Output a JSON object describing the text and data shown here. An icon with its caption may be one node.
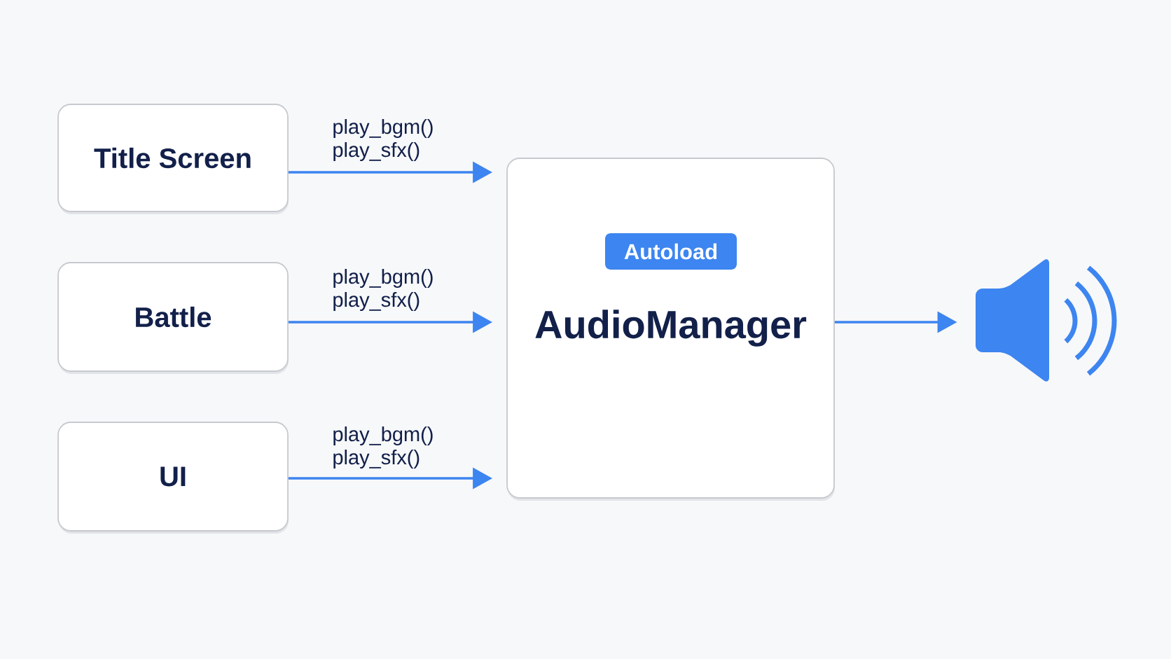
{
  "diagram": {
    "nodes": [
      {
        "text": [
          "Title Screen"
        ]
      },
      {
        "text": [
          "Battle"
        ]
      },
      {
        "text": [
          "UI"
        ]
      },
      {
        "text": [
          "AudioManager"
        ]
      },
      {
        "text": [
          "Autoload"
        ],
        "in": 3
      },
      {
        "text": [],
        "shape": "picture"
      }
    ],
    "edges": [
      {
        "from": 0,
        "to": 3,
        "arrow": "to",
        "label": "play_bgm() play_sfx()"
      },
      {
        "from": 1,
        "to": 3,
        "arrow": "to",
        "label": "play_bgm() play_sfx()"
      },
      {
        "from": 2,
        "to": 3,
        "arrow": "to",
        "label": "play_bgm() play_sfx()"
      },
      {
        "from": 3,
        "to": 5,
        "arrow": "to"
      }
    ]
  }
}
